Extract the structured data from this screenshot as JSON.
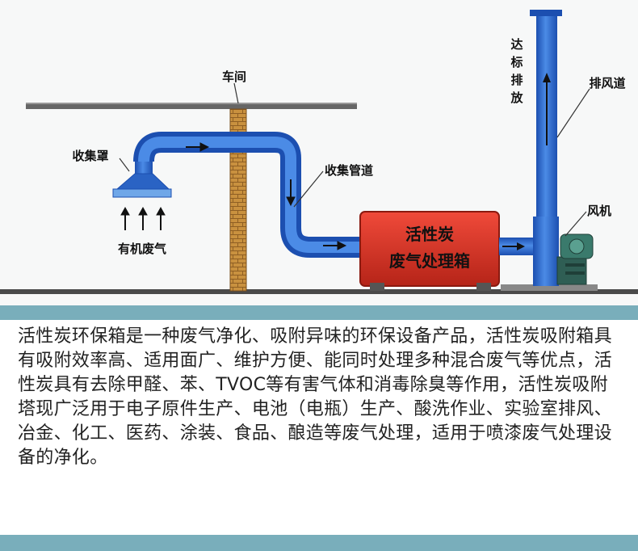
{
  "diagram": {
    "workshop_label": "车间",
    "hood_label": "收集罩",
    "organic_gas_label": "有机废气",
    "pipe_label": "收集管道",
    "box_label_line1": "活性炭",
    "box_label_line2": "废气处理箱",
    "fan_label": "风机",
    "exhaust_label": "排风道",
    "discharge_label": [
      "达",
      "标",
      "排",
      "放"
    ]
  },
  "description": "活性炭环保箱是一种废气净化、吸附异味的环保设备产品，活性炭吸附箱具有吸附效率高、适用面广、维护方便、能同时处理多种混合废气等优点，活性炭具有去除甲醛、苯、TVOC等有害气体和消毒除臭等作用，活性炭吸附塔现广泛用于电子原件生产、电池（电瓶）生产、酸洗作业、实验室排风、冶金、化工、医药、涂装、食品、酿造等废气处理，适用于喷漆废气处理设备的净化。",
  "colors": {
    "pipe": "#2f6fd0",
    "box": "#e0352a",
    "fan": "#3a7a6c",
    "band": "#79aebb",
    "wall": "#c28a3f"
  }
}
